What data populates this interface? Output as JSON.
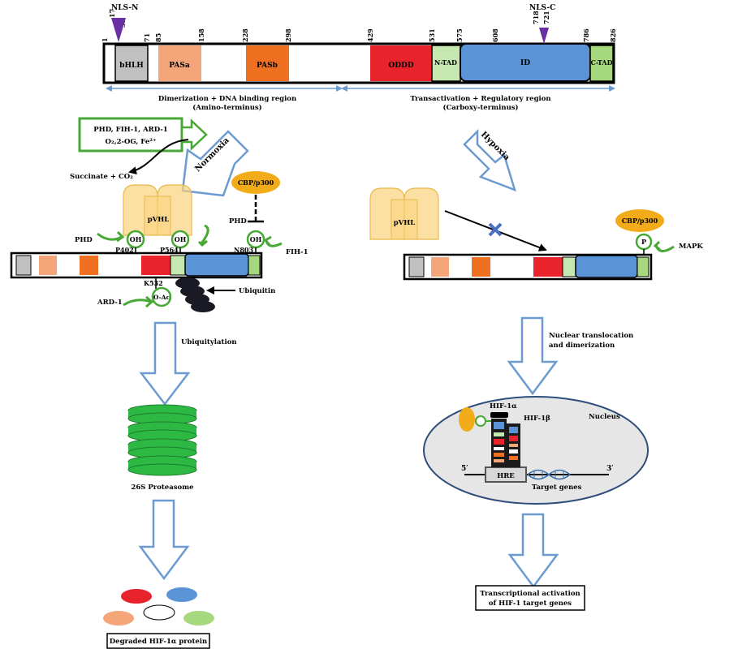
{
  "domain_bar": {
    "positions": [
      "1",
      "17",
      "33",
      "71",
      "85",
      "158",
      "228",
      "298",
      "429",
      "531",
      "575",
      "608",
      "718",
      "721",
      "786",
      "826"
    ],
    "nls_n": "NLS-N",
    "nls_c": "NLS-C",
    "domains": {
      "bhlh": "bHLH",
      "pasa": "PASa",
      "pasb": "PASb",
      "oddd": "ODDD",
      "ntad": "N-TAD",
      "id": "ID",
      "ctad": "C-TAD"
    },
    "region_left": [
      "Dimerization + DNA binding region",
      "(Amino-terminus)"
    ],
    "region_right": [
      "Transactivation + Regulatory region",
      "(Carboxy-terminus)"
    ]
  },
  "normoxia": {
    "label": "Normoxia",
    "cofactor_lines": [
      "PHD, FIH-1, ARD-1",
      "O₂,2-OG, Fe²⁺"
    ],
    "byproduct": "Succinate + CO₂",
    "pvhl": "pVHL",
    "cbp": "CBP/p300",
    "phd_left": "PHD",
    "phd_top": "PHD",
    "fih": "FIH-1",
    "ard": "ARD-1",
    "oh": "OH",
    "oac": "O-Ac",
    "p402": "P402",
    "p564": "P564",
    "n803": "N803",
    "k532": "K532",
    "ubiquitin": "Ubiquitin",
    "ubiquitylation": "Ubiquitylation",
    "proteasome": "26S Proteasome",
    "degraded": "Degraded HIF-1α protein"
  },
  "hypoxia": {
    "label": "Hypoxia",
    "pvhl": "pVHL",
    "cbp": "CBP/p300",
    "p": "P",
    "mapk": "MAPK",
    "translocation": [
      "Nuclear translocation",
      "and dimerization"
    ],
    "nucleus": "Nucleus",
    "hif1a": "HIF-1α",
    "hif1b": "HIF-1β",
    "five_prime": "5′",
    "three_prime": "3′",
    "hre": "HRE",
    "target_genes": "Target genes",
    "result": [
      "Transcriptional activation",
      "of HIF-1 target genes"
    ]
  },
  "colors": {
    "bhlh": "#c0c0c0",
    "pasa": "#f4a57a",
    "pasb": "#ee7020",
    "oddd": "#e8232b",
    "ntad": "#c5e8b0",
    "id": "#5b94d6",
    "ctad": "#a6d97e",
    "pvhl": "#fbd27a",
    "cbp": "#f2ac1a",
    "green": "#47a836",
    "arrow_blue": "#6c9bd2",
    "proteasome": "#2db843",
    "nucleus": "#e6e6e6",
    "nls": "#6a2fa2"
  }
}
